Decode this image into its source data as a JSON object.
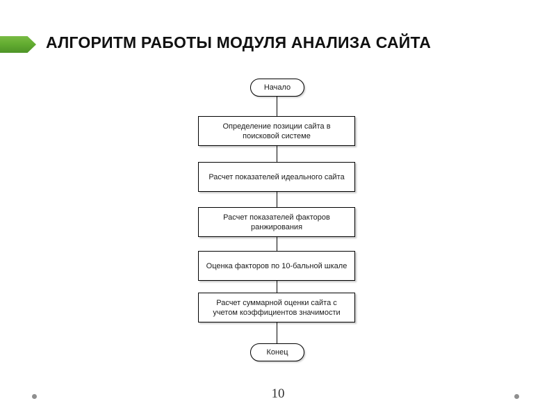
{
  "slide": {
    "title": "АЛГОРИТМ РАБОТЫ МОДУЛЯ АНАЛИЗА САЙТА",
    "page_number": "10",
    "accent_color": "#63ad31",
    "background_color": "#ffffff",
    "text_color": "#111111"
  },
  "header": {
    "bullet_icon": "green-chevron-bullet-icon"
  },
  "flowchart": {
    "type": "flowchart",
    "orientation": "vertical",
    "node_border_color": "#000000",
    "node_fill_color": "#ffffff",
    "nodes": [
      {
        "id": "start",
        "shape": "terminator",
        "label": "Начало"
      },
      {
        "id": "step1",
        "shape": "process",
        "label": "Определение позиции сайта в поисковой системе"
      },
      {
        "id": "step2",
        "shape": "process",
        "label": "Расчет показателей идеального сайта"
      },
      {
        "id": "step3",
        "shape": "process",
        "label": "Расчет показателей факторов ранжирования"
      },
      {
        "id": "step4",
        "shape": "process",
        "label": "Оценка факторов по 10-бальной шкале"
      },
      {
        "id": "step5",
        "shape": "process",
        "label": "Расчет суммарной оценки сайта с учетом коэффициентов значимости"
      },
      {
        "id": "end",
        "shape": "terminator",
        "label": "Конец"
      }
    ],
    "edges": [
      {
        "from": "start",
        "to": "step1"
      },
      {
        "from": "step1",
        "to": "step2"
      },
      {
        "from": "step2",
        "to": "step3"
      },
      {
        "from": "step3",
        "to": "step4"
      },
      {
        "from": "step4",
        "to": "step5"
      },
      {
        "from": "step5",
        "to": "end"
      }
    ]
  },
  "footer": {
    "decoration_left_icon": "gray-dot-icon",
    "decoration_right_icon": "gray-dot-icon"
  }
}
